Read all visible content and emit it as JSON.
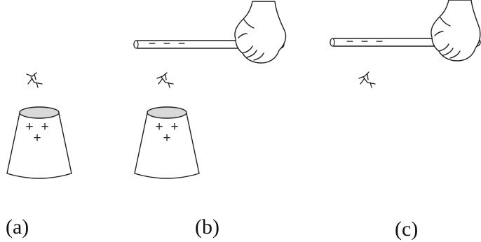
{
  "panels": [
    {
      "id": "a",
      "label": "(a)",
      "has_rod": false,
      "has_cup": true,
      "cup_charges": [
        "+",
        "+",
        "+"
      ]
    },
    {
      "id": "b",
      "label": "(b)",
      "has_rod": true,
      "has_cup": true,
      "cup_charges": [
        "+",
        "+",
        "+"
      ],
      "rod_charges": [
        "−",
        "−",
        "−"
      ]
    },
    {
      "id": "c",
      "label": "(c)",
      "has_rod": true,
      "has_cup": false,
      "rod_charges": [
        "−",
        "−",
        "−"
      ]
    }
  ],
  "colors": {
    "stroke": "#231f20",
    "cup_top_fill": "#d9d9d9",
    "background": "#ffffff"
  },
  "icons": {
    "hair": "hair-strand-icon",
    "hand": "hand-icon"
  }
}
